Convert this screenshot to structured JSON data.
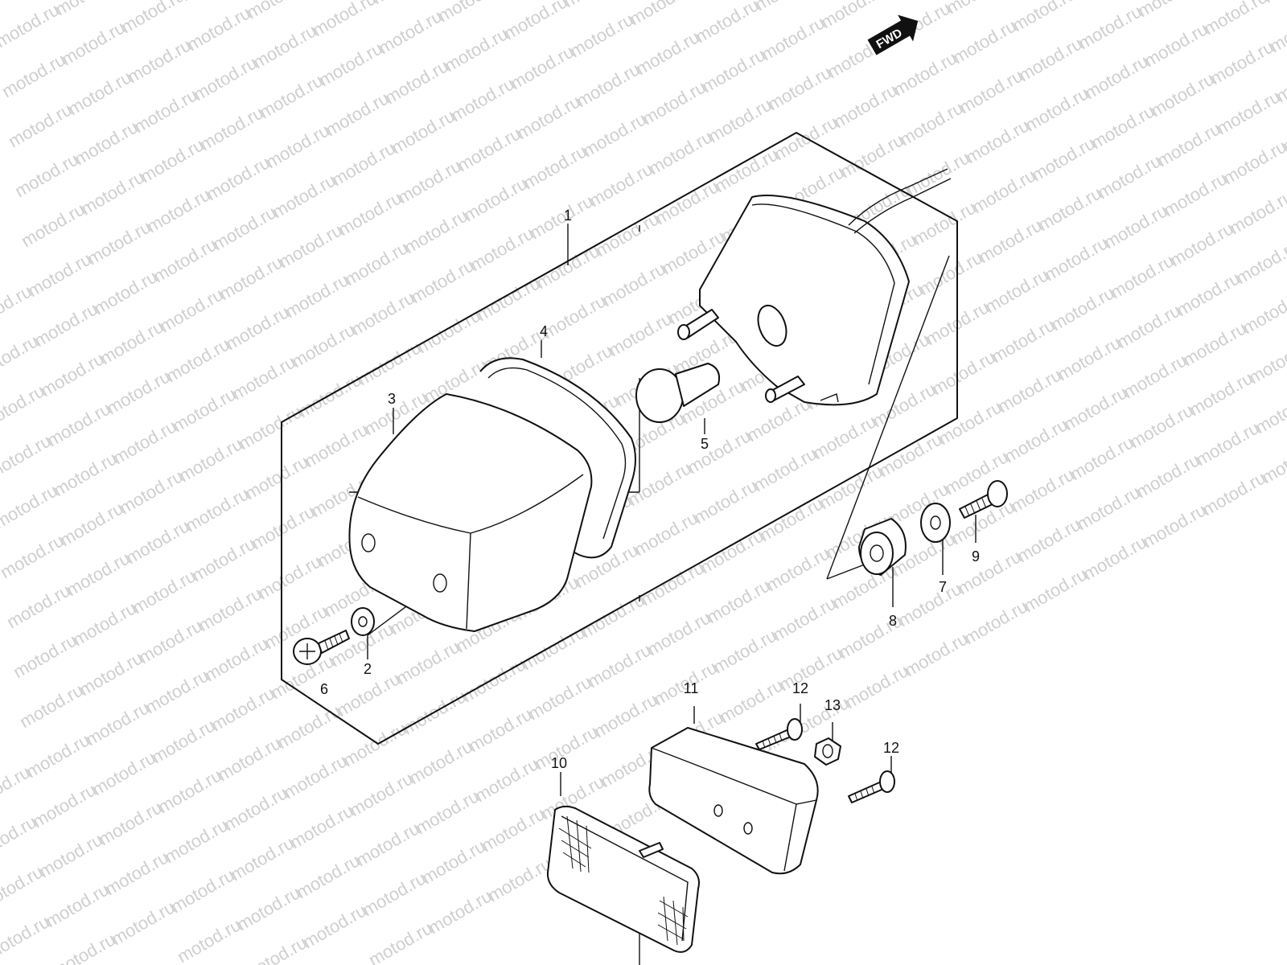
{
  "watermark_text": "motod.ru",
  "fwd_label": "FWD",
  "callouts": {
    "c1": "1",
    "c2": "2",
    "c3": "3",
    "c4": "4",
    "c5": "5",
    "c6": "6",
    "c7": "7",
    "c8": "8",
    "c9": "9",
    "c10": "10",
    "c11": "11",
    "c12a": "12",
    "c12b": "12",
    "c13": "13"
  }
}
